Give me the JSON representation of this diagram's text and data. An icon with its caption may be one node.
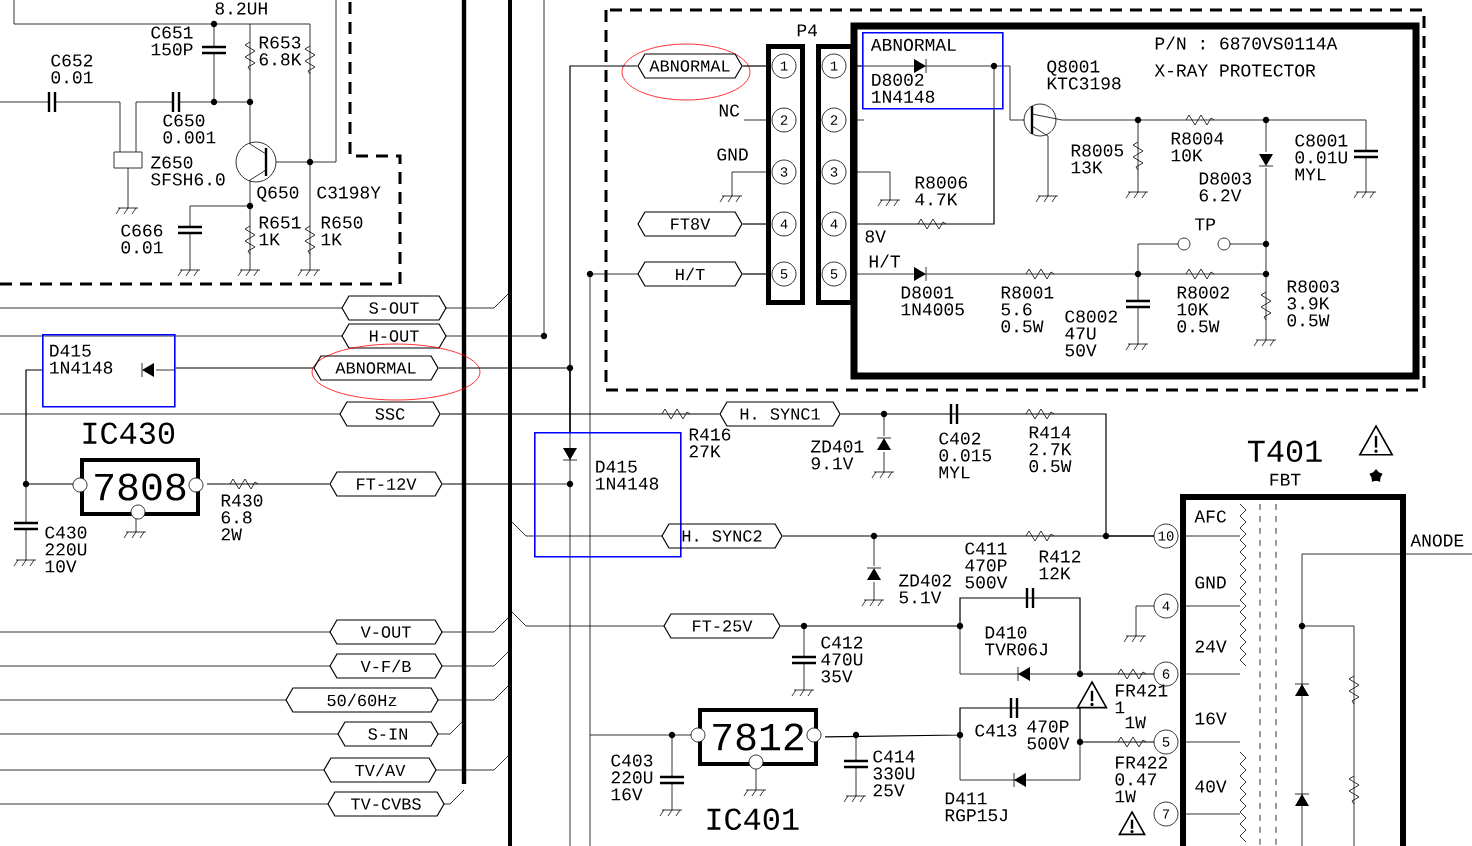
{
  "diagram": {
    "nodes": [
      {
        "text": [],
        "shape": "bar"
      },
      {
        "text": [],
        "shape": "bar"
      },
      {
        "text": [],
        "shape": "ellipse"
      },
      {
        "text": [
          "ABNORMAL"
        ],
        "in": 2
      },
      {
        "text": [
          "FT8V"
        ]
      },
      {
        "text": [
          "H/T"
        ]
      },
      {
        "text": [
          "ABNORMAL",
          "D8002 1N4148"
        ]
      },
      {
        "text": [
          "S-OUT"
        ]
      },
      {
        "text": [
          "H-OUT"
        ]
      },
      {
        "text": [],
        "shape": "ellipse"
      },
      {
        "text": [
          "ABNORMAL"
        ],
        "in": 9
      },
      {
        "text": [
          "SSC"
        ]
      },
      {
        "text": [
          "D415 1N4148"
        ]
      },
      {
        "text": [
          "FT-12V"
        ]
      },
      {
        "text": [
          "7808"
        ],
        "beside": [
          "IC430"
        ]
      },
      {
        "text": [
          "V-OUT"
        ]
      },
      {
        "text": [
          "V-F/B"
        ]
      },
      {
        "text": [
          "50/60Hz"
        ]
      },
      {
        "text": [
          "S-IN"
        ]
      },
      {
        "text": [
          "TV/AV"
        ]
      },
      {
        "text": [
          "TV-CVBS"
        ]
      },
      {
        "text": [
          "D415 1N4148"
        ]
      },
      {
        "text": [
          "H. SYNC1"
        ]
      },
      {
        "text": [
          "H. SYNC2"
        ]
      },
      {
        "text": [
          "FT-25V"
        ]
      },
      {
        "text": [
          "T401",
          "FBT"
        ]
      },
      {
        "text": [
          "7812"
        ],
        "beside": [
          "IC401"
        ]
      }
    ],
    "edges": [
      {
        "from": 3,
        "to": 0,
        "arrow": "none"
      },
      {
        "from": 4,
        "to": 0,
        "arrow": "none"
      },
      {
        "from": 5,
        "to": 0,
        "arrow": "none"
      },
      {
        "from": 10,
        "to": 12,
        "arrow": "none"
      },
      {
        "from": 11,
        "to": 22,
        "arrow": "none"
      },
      {
        "from": 13,
        "to": 14,
        "arrow": "none"
      },
      {
        "from": 22,
        "to": 25,
        "arrow": "none"
      },
      {
        "from": 23,
        "to": 25,
        "arrow": "none"
      },
      {
        "from": 1,
        "to": 6,
        "arrow": "none"
      },
      {
        "from": 12,
        "to": 14,
        "arrow": "none"
      },
      {
        "from": 1,
        "to": 6,
        "arrow": "none"
      },
      {
        "from": 26,
        "to": 25,
        "arrow": "none"
      },
      {
        "from": 24,
        "to": 25,
        "arrow": "none"
      },
      {
        "from": 3,
        "to": 21,
        "arrow": "none"
      },
      {
        "from": 10,
        "to": 21,
        "arrow": "none"
      },
      {
        "from": 21,
        "to": 13,
        "arrow": "none"
      }
    ],
    "labels": [
      "8.2UH",
      "C651 150P",
      "R653 6.8K",
      "C652 0.01",
      "C650 0.001",
      "Z650 SFSH6.0",
      "Q650",
      "C3198Y",
      "C666 0.01",
      "R651 1K",
      "R650 1K",
      "P4",
      "P/N : 6870VS0114A",
      "Q8001 KTC3198",
      "X-RAY PROTECTOR",
      "NC",
      "GND",
      "1",
      "2",
      "3",
      "4",
      "5",
      "1",
      "2",
      "3",
      "4",
      "5",
      "R8006 4.7K",
      "R8005 13K",
      "R8004 10K",
      "D8003 6.2V",
      "C8001 0.01U MYL",
      "8V",
      "TP",
      "H/T",
      "D8001 1N4005",
      "R8001 5.6 0.5W",
      "C8002 47U 50V",
      "R8002 10K 0.5W",
      "R8003 3.9K 0.5W",
      "R416 27K",
      "ZD401 9.1V",
      "C402 0.015 MYL",
      "R414 2.7K 0.5W",
      "R430 6.8 2W",
      "C430 220U 10V",
      "AFC",
      "ANODE",
      "C411 470P 500V",
      "R412 12K",
      "ZD402 5.1V",
      "GND",
      "10",
      "4",
      "C412 470U 35V",
      "D410 TVR06J",
      "24V",
      "6",
      "FR421 1",
      "C413",
      "470P 500V",
      "1W",
      "16V",
      "C403 220U 16V",
      "C414 330U 25V",
      "5",
      "FR422 0.47 1W",
      "40V",
      "7",
      "D411 RGP15J"
    ]
  }
}
